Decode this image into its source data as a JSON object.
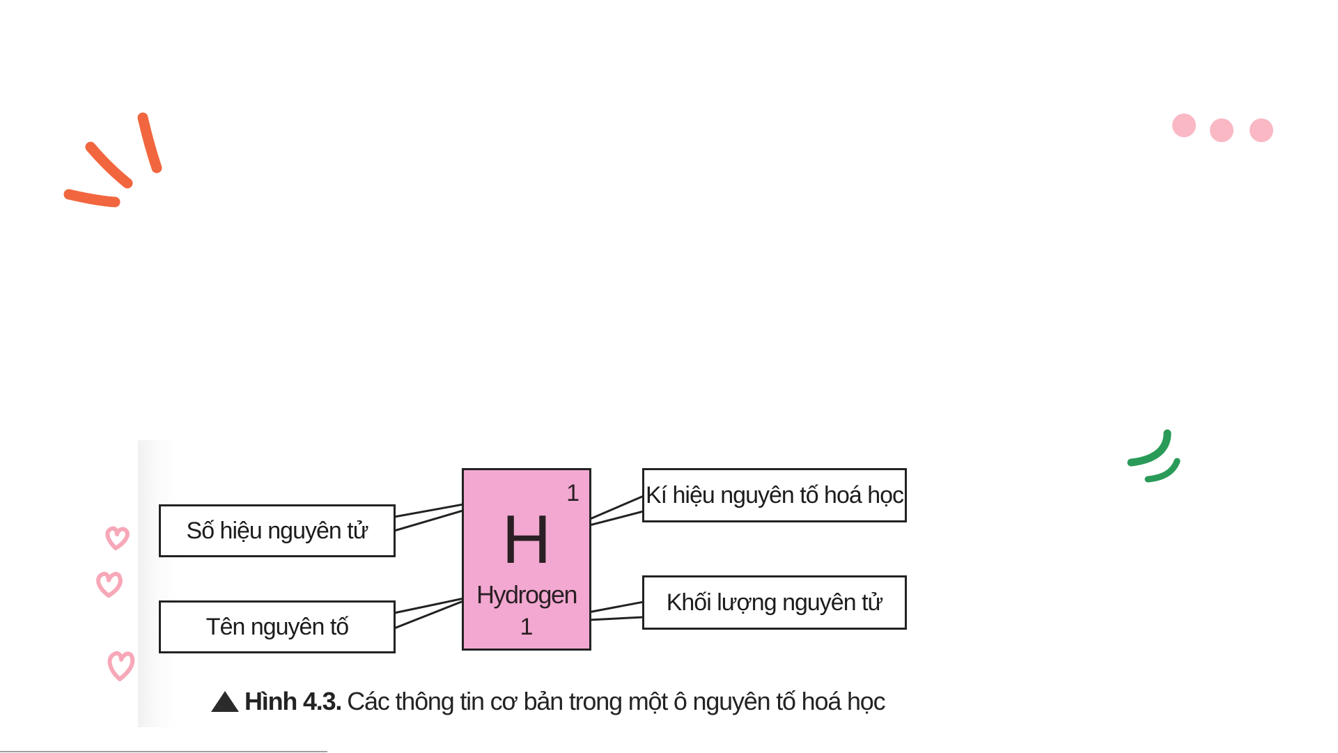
{
  "figure": {
    "element": {
      "number": "1",
      "symbol": "H",
      "name": "Hydrogen",
      "mass": "1"
    },
    "labels": {
      "atomic_number": "Số hiệu nguyên tử",
      "element_name": "Tên nguyên tố",
      "symbol": "Kí hiệu nguyên tố hoá học",
      "atomic_mass": "Khối lượng nguyên tử"
    },
    "caption": {
      "prefix": "Hình 4.3.",
      "text": "Các thông tin cơ bản trong một ô nguyên tố hoá học"
    }
  },
  "colors": {
    "cell_fill": "#f2a8d0",
    "accent_orange": "#f2663f",
    "accent_pink": "#f9b8c4",
    "accent_green": "#2a9a58"
  },
  "decorations": [
    "orange-burst-icon",
    "pink-dots-icon",
    "green-swoosh-icon",
    "pink-hearts-icon"
  ]
}
